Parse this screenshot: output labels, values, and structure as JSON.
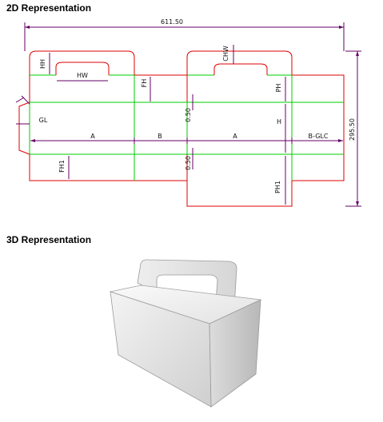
{
  "headings": {
    "two_d": "2D Representation",
    "three_d": "3D Representation"
  },
  "colors": {
    "cut_line": "#dd0000",
    "fold_line": "#00cc00",
    "dimension_line": "#660066"
  },
  "dimensions": {
    "overall_width": "611.50",
    "overall_height": "295.50",
    "handle_height": "HH",
    "handle_width": "HW",
    "cut_handle_width": "CHW",
    "flap_height": "FH",
    "flap_height_bottom": "FH1",
    "panel_height": "PH",
    "panel_height_bottom": "PH1",
    "glue_flap": "GL",
    "height": "H",
    "panel_a_left": "A",
    "panel_b": "B",
    "panel_a_right": "A",
    "panel_b_glc": "B-GLC",
    "offset_top": "0.50",
    "offset_bottom": "0.50"
  }
}
